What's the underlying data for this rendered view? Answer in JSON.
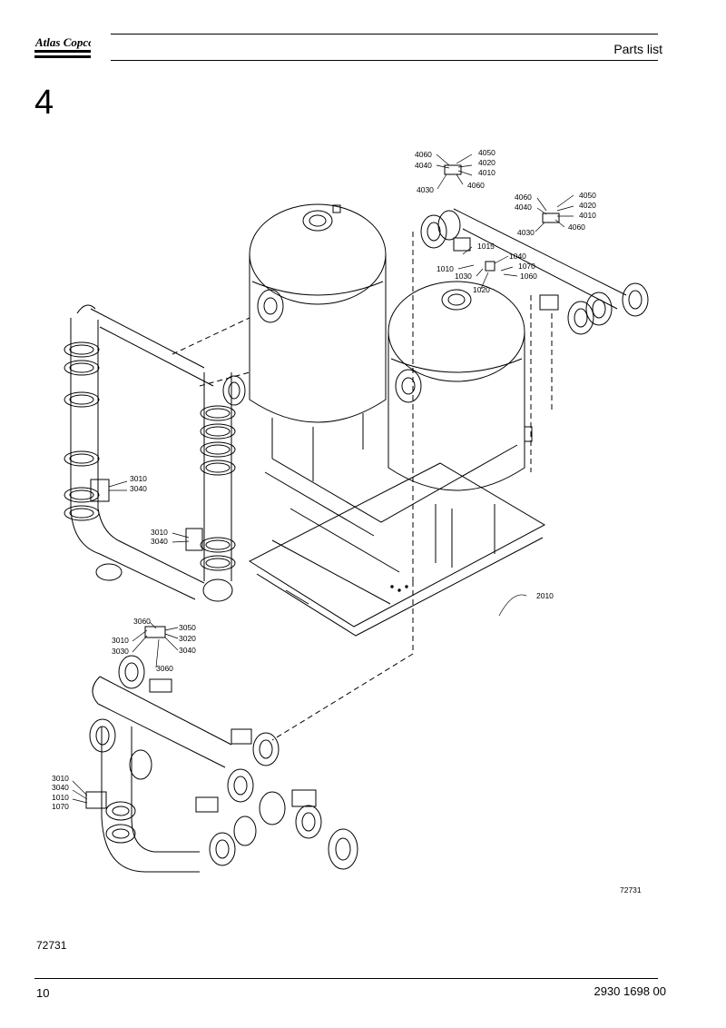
{
  "header": {
    "brand": "Atlas Copco",
    "title": "Parts list"
  },
  "section_number": "4",
  "drawing": {
    "figure_id": "72731",
    "callouts": {
      "c4060a": "4060",
      "c4050a": "4050",
      "c4040a": "4040",
      "c4020a": "4020",
      "c4010a": "4010",
      "c4030a": "4030",
      "c4060b": "4060",
      "c4060c": "4060",
      "c4050b": "4050",
      "c4040b": "4040",
      "c4020b": "4020",
      "c4010b": "4010",
      "c4030b": "4030",
      "c4060d": "4060",
      "c1015": "1015",
      "c1040": "1040",
      "c1010": "1010",
      "c1070": "1070",
      "c1030": "1030",
      "c1060": "1060",
      "c1020": "1020",
      "c3010a": "3010",
      "c3040a": "3040",
      "c3010b": "3010",
      "c3040b": "3040",
      "c2010": "2010",
      "c3060a": "3060",
      "c3050": "3050",
      "c3010c": "3010",
      "c3020": "3020",
      "c3030": "3030",
      "c3040c": "3040",
      "c3060b": "3060",
      "c3010d": "3010",
      "c3040d": "3040",
      "c1010b": "1010",
      "c1070b": "1070"
    }
  },
  "caption": "72731",
  "footer": {
    "page_number": "10",
    "document_number": "2930 1698 00"
  }
}
